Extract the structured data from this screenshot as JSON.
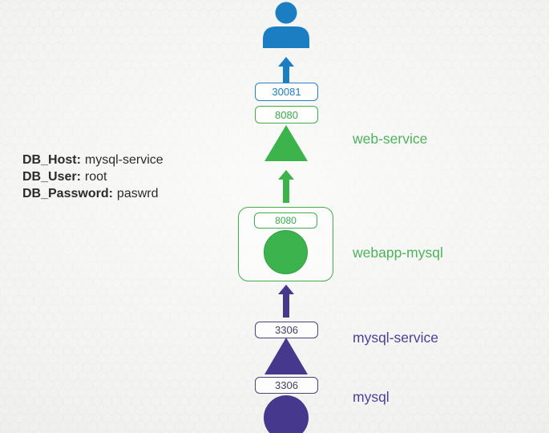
{
  "colors": {
    "blue": "#1b7ec3",
    "green": "#3cb44b",
    "purple": "#46398d",
    "green_label": "#4cb25c",
    "purple_label": "#4c3f99",
    "text_dark": "#2b2b2b",
    "background": "#f3f3f1"
  },
  "env_panel": {
    "lines": [
      {
        "key": "DB_Host:",
        "value": "mysql-service"
      },
      {
        "key": "DB_User:",
        "value": "root"
      },
      {
        "key": "DB_Password:",
        "value": "paswrd"
      }
    ]
  },
  "diagram": {
    "user": {
      "icon": "person-icon",
      "node_port": "30081"
    },
    "web_service": {
      "port": "8080",
      "label": "web-service"
    },
    "webapp": {
      "port": "8080",
      "label": "webapp-mysql"
    },
    "mysql_service": {
      "port": "3306",
      "label": "mysql-service"
    },
    "mysql": {
      "port": "3306",
      "label": "mysql"
    }
  }
}
